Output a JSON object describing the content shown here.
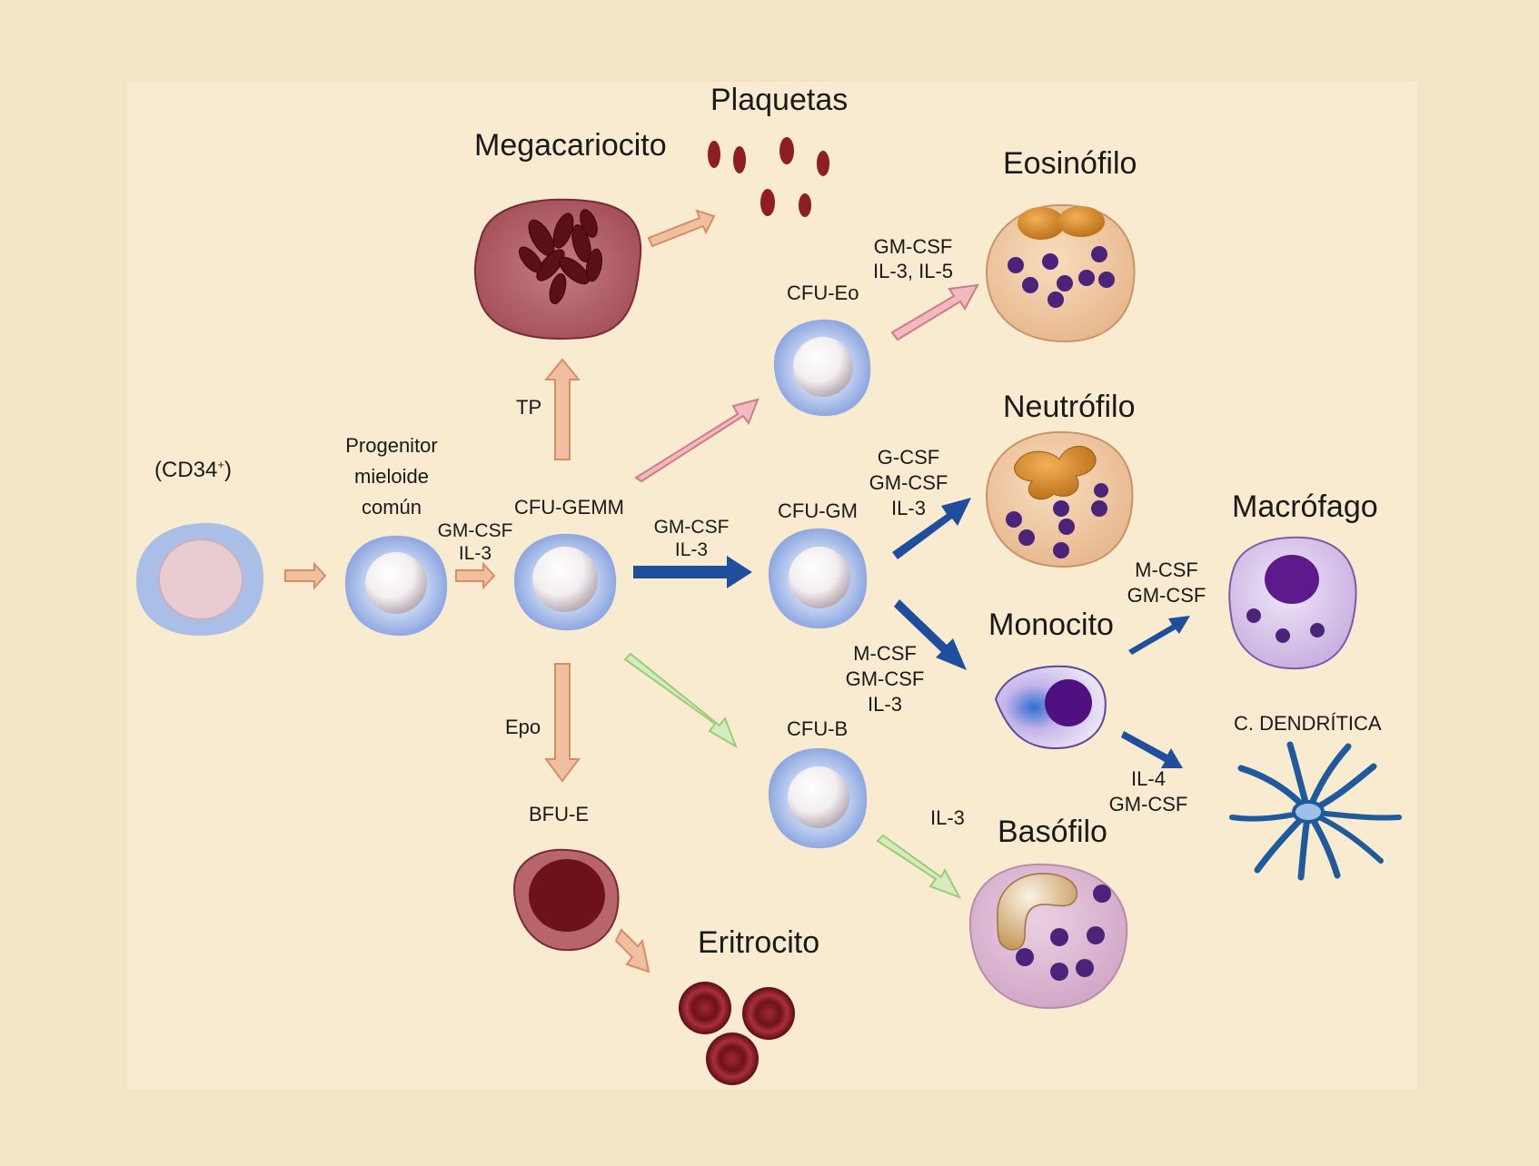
{
  "cells": {
    "stem": "(CD34",
    "stem_sup": "+",
    "stem_close": ")",
    "progenitor": [
      "Progenitor",
      "mieloide",
      "común"
    ],
    "cfu_gemm": "CFU-GEMM",
    "megacariocito": "Megacariocito",
    "plaquetas": "Plaquetas",
    "cfu_eo": "CFU-Eo",
    "eosinofilo": "Eosinófilo",
    "cfu_gm": "CFU-GM",
    "neutrofilo": "Neutrófilo",
    "monocito": "Monocito",
    "macrofago": "Macrófago",
    "dendritica": "C. DENDRÍTICA",
    "cfu_b": "CFU-B",
    "basofilo": "Basófilo",
    "bfu_e": "BFU-E",
    "eritrocito": "Eritrocito"
  },
  "factors": {
    "progenitor_to_gemm": [
      "GM-CSF",
      "IL-3"
    ],
    "tp": "TP",
    "epo": "Epo",
    "gemm_to_gm": [
      "GM-CSF",
      "IL-3"
    ],
    "eo": [
      "GM-CSF",
      "IL-3, IL-5"
    ],
    "neutro": [
      "G-CSF",
      "GM-CSF",
      "IL-3"
    ],
    "mono": [
      "M-CSF",
      "GM-CSF",
      "IL-3"
    ],
    "macro": [
      "M-CSF",
      "GM-CSF"
    ],
    "dendritic": [
      "IL-4",
      "GM-CSF"
    ],
    "baso": "IL-3"
  },
  "colors": {
    "background": "#f4e4c6",
    "arrow_orange": "#e8a883",
    "arrow_pink": "#e89aa6",
    "arrow_blue": "#1f4e9c",
    "arrow_green": "#b9dc98",
    "halo_blue": "#a9bfe8",
    "megakaryocyte": "#b8646b",
    "erythroid": "#7d1b23",
    "granulocyte_body": "#edc7a0",
    "granule": "#4b237a",
    "nucleus_orange": "#d98a2a",
    "macrophage": "#dcc9ee",
    "dendritic": "#1e5a9c"
  }
}
